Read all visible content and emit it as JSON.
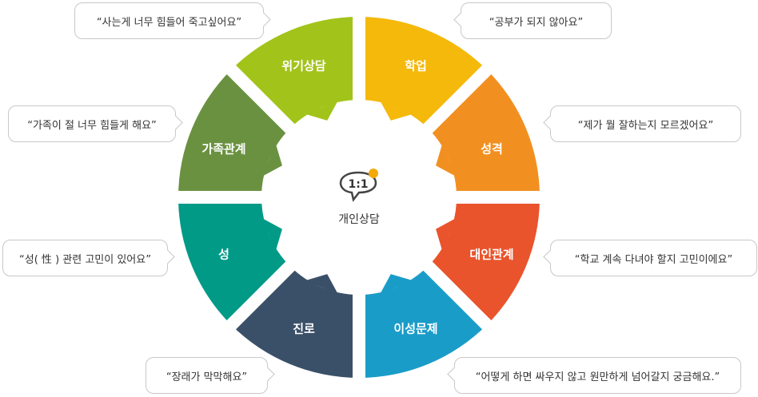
{
  "center": {
    "icon_text": "1:1",
    "label": "개인상담",
    "dot_color": "#f4a90a"
  },
  "segments": [
    {
      "label": "위기상담",
      "color": "#f4b90a"
    },
    {
      "label": "학업",
      "color": "#f19020"
    },
    {
      "label": "성격",
      "color": "#e9542c"
    },
    {
      "label": "대인관계",
      "color": "#1a9cc8"
    },
    {
      "label": "이성문제",
      "color": "#3a5068"
    },
    {
      "label": "진로",
      "color": "#009a87"
    },
    {
      "label": "성",
      "color": "#6a9140"
    },
    {
      "label": "가족관계",
      "color": "#a2c31a"
    }
  ],
  "bubbles": [
    "“사는게 너무 힘들어 죽고싶어요”",
    "“공부가 되지 않아요”",
    "“제가 뭘 잘하는지 모르겠어요”",
    "“학교 계속 다녀야 할지 고민이에요”",
    "“어떻게 하면 싸우지 않고 원만하게 넘어갈지 궁금해요.”",
    "“장래가 막막해요”",
    "“성( 性 ) 관련 고민이 있어요”",
    "“가족이 절 너무 힘들게 해요”"
  ]
}
